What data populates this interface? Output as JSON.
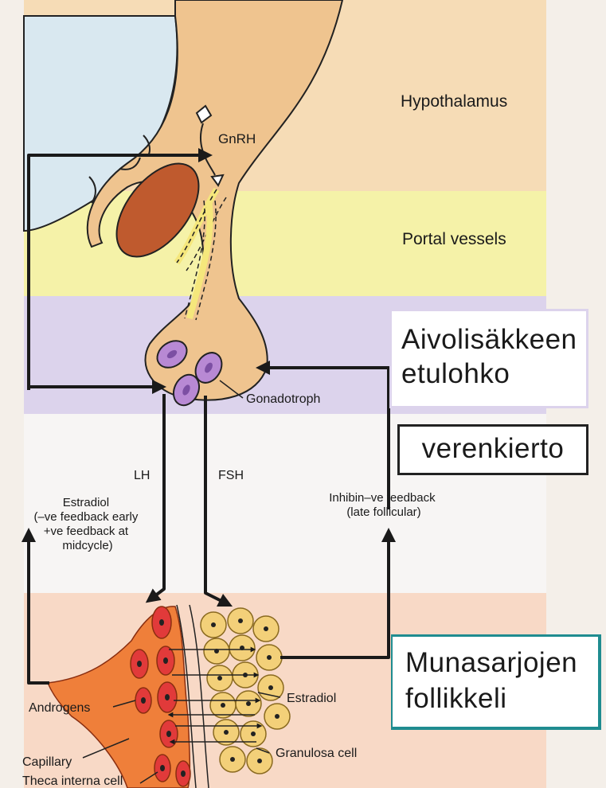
{
  "labels": {
    "hypothalamus": "Hypothalamus",
    "gnrh": "GnRH",
    "portal_vessels": "Portal vessels",
    "gonadotroph": "Gonadotroph",
    "lh": "LH",
    "fsh": "FSH",
    "estradiol_feedback": [
      "Estradiol",
      "(–ve feedback early",
      "+ve feedback at",
      "midcycle)"
    ],
    "inhibin_feedback": [
      "Inhibin–ve feedback",
      "(late follicular)"
    ],
    "estradiol": "Estradiol",
    "androgens": "Androgens",
    "capillary": "Capillary",
    "granulosa_cell": "Granulosa cell",
    "theca_interna_cell": "Theca interna cell"
  },
  "overlay_boxes": {
    "anterior_pituitary": [
      "Aivolisäkkeen",
      "etulohko"
    ],
    "circulation": "verenkierto",
    "ovarian_follicle": [
      "Munasarjojen",
      "follikkeli"
    ]
  },
  "colors": {
    "band_hypothalamus": "#f6dcb6",
    "band_portal": "#f5f2a8",
    "band_pituitary": "#dcd3ec",
    "band_circulation": "#f7f5f4",
    "band_ovary": "#f8d9c6",
    "pituitary_tissue": "#efc48f",
    "ventricle": "#d9e8f0",
    "vessel_red": "#bf5a2e",
    "gonadotroph_cell": "#b889d4",
    "theca_orange": "#ef7f3a",
    "capillary_red": "#e13a3a",
    "granulosa_yellow": "#f3d079",
    "box_aivolisakke_border": "#dcd3ec",
    "box_verenkierto_border": "#222222",
    "box_munasarja_border": "#1f8c90"
  }
}
